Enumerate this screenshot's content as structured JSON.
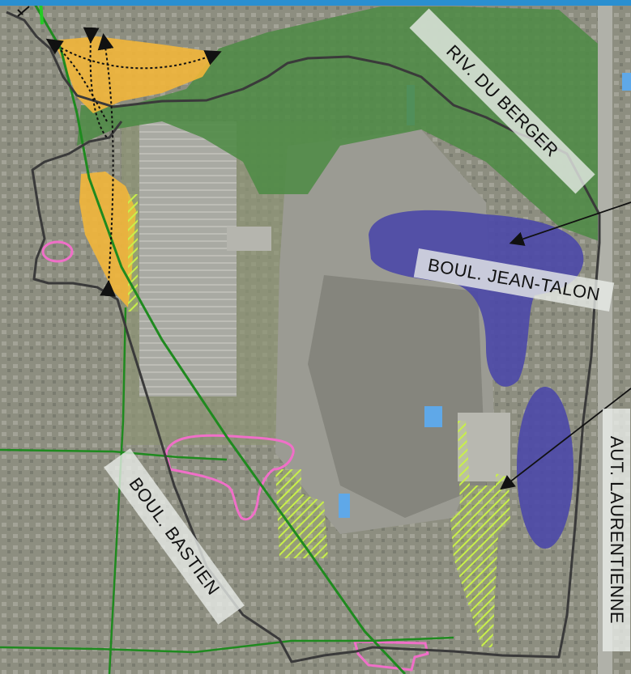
{
  "map": {
    "labels": {
      "riviere": "RIV. DU BERGER",
      "jean_talon": "BOUL. JEAN-TALON",
      "bastien": "BOUL. BASTIEN",
      "laurentienne": "AUT. LAURENTIENNE"
    },
    "colors": {
      "forest_zone": "#4e8b45",
      "yellow_zone": "#f2b63a",
      "blue_zone": "#4b48a8",
      "pink_outline": "#f06fc8",
      "lime_hatch": "#c8f04a",
      "green_road": "#1f8a1f",
      "boundary": "#3a3a3a",
      "water": "#5fa8e8",
      "top_bar": "#2a8fd0"
    },
    "icons": [
      "arrow-icon",
      "north-arrow-icon"
    ]
  }
}
